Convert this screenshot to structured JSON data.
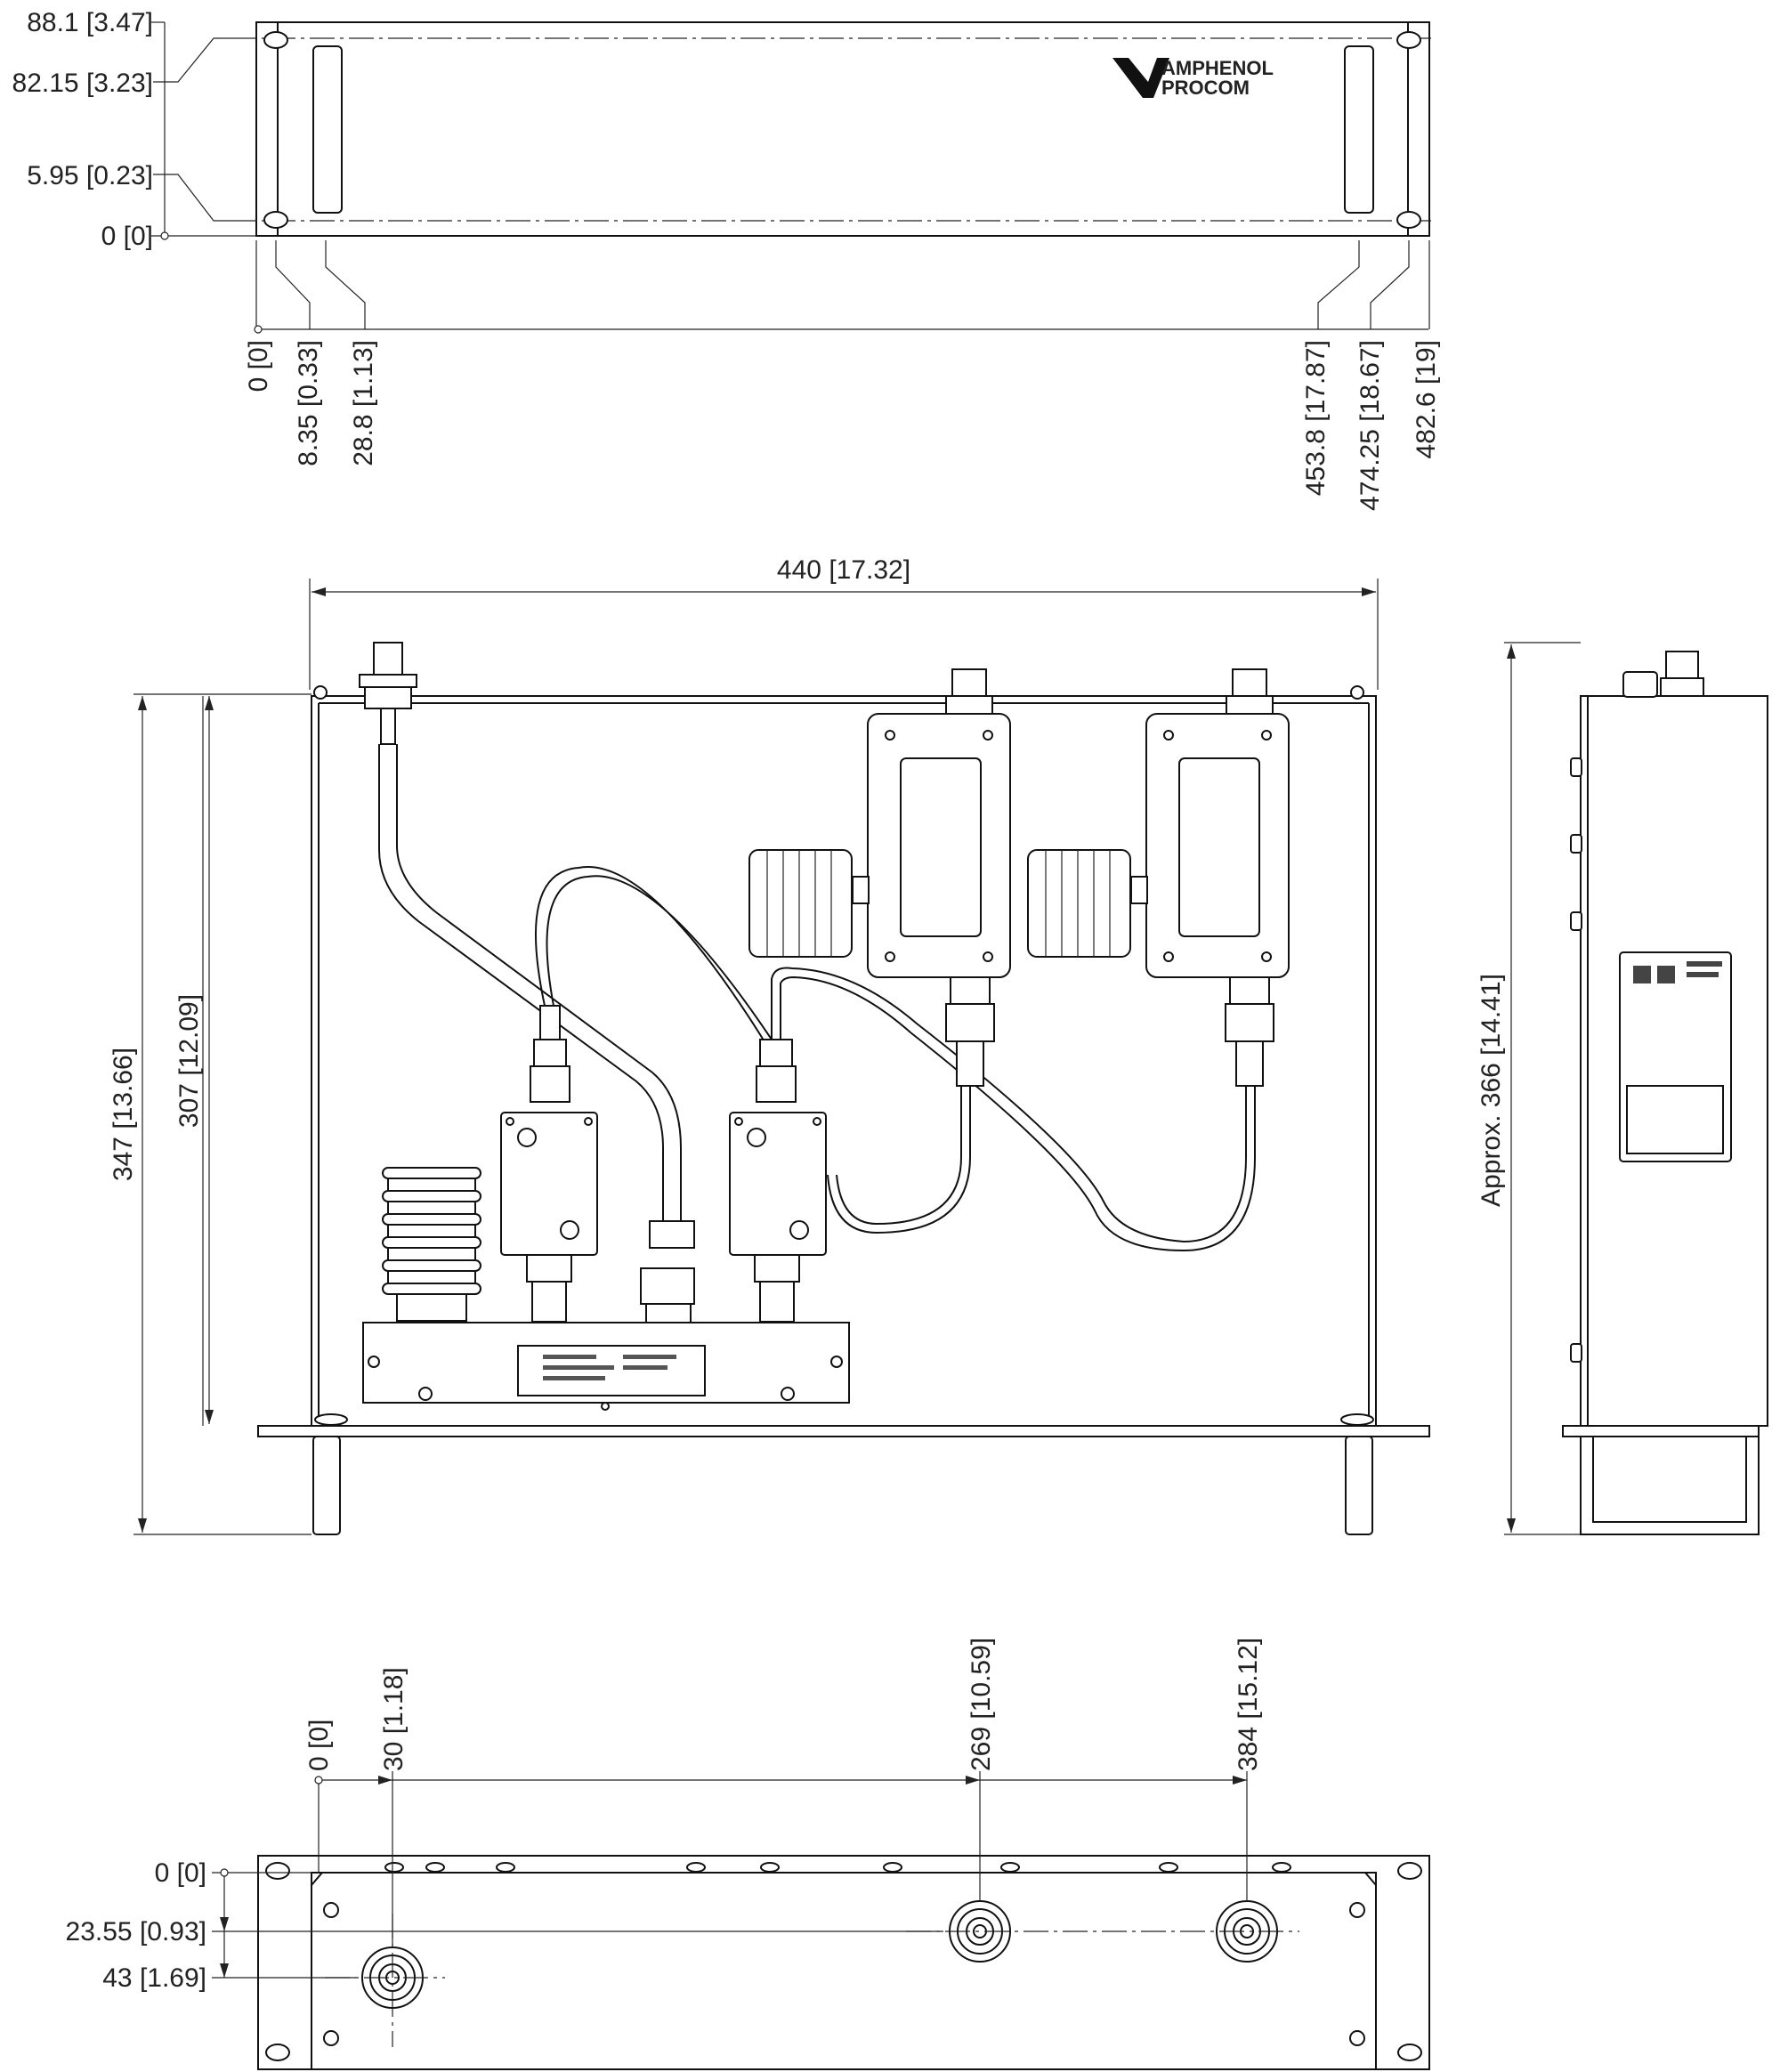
{
  "brand": {
    "line1": "AMPHENOL",
    "line2": "PROCOM"
  },
  "front_view": {
    "height_dims": [
      {
        "value": "88.1",
        "inch": "3.47"
      },
      {
        "value": "82.15",
        "inch": "3.23"
      },
      {
        "value": "5.95",
        "inch": "0.23"
      },
      {
        "value": "0",
        "inch": "0"
      }
    ],
    "width_dims": [
      {
        "value": "0",
        "inch": "0"
      },
      {
        "value": "8.35",
        "inch": "0.33"
      },
      {
        "value": "28.8",
        "inch": "1.13"
      },
      {
        "value": "453.8",
        "inch": "17.87"
      },
      {
        "value": "474.25",
        "inch": "18.67"
      },
      {
        "value": "482.6",
        "inch": "19"
      }
    ]
  },
  "top_view": {
    "width": {
      "value": "440",
      "inch": "17.32"
    },
    "depth_outer": {
      "value": "347",
      "inch": "13.66"
    },
    "depth_inner": {
      "value": "307",
      "inch": "12.09"
    },
    "depth_side": {
      "prefix": "Approx.",
      "value": "366",
      "inch": "14.41"
    }
  },
  "rear_view": {
    "horizontal_dims": [
      {
        "value": "0",
        "inch": "0"
      },
      {
        "value": "30",
        "inch": "1.18"
      },
      {
        "value": "269",
        "inch": "10.59"
      },
      {
        "value": "384",
        "inch": "15.12"
      }
    ],
    "vertical_dims": [
      {
        "value": "0",
        "inch": "0"
      },
      {
        "value": "23.55",
        "inch": "0.93"
      },
      {
        "value": "43",
        "inch": "1.69"
      }
    ]
  }
}
